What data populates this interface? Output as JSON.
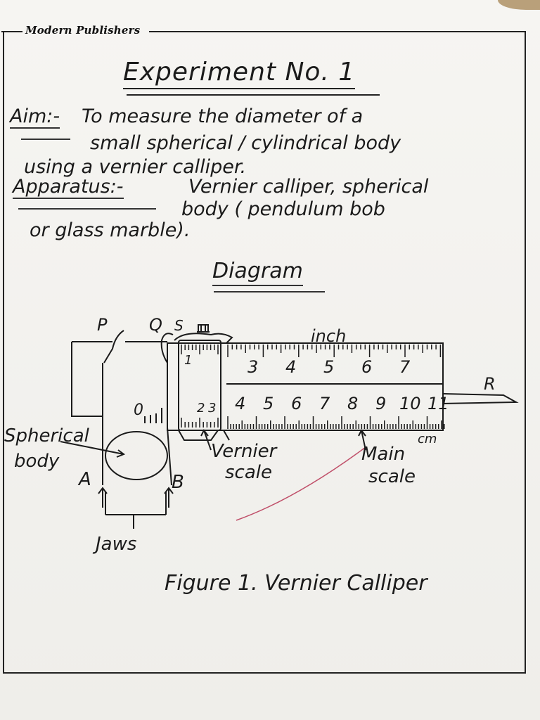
{
  "header": {
    "publisher": "Modern Publishers"
  },
  "experiment": {
    "title": "Experiment No. 1",
    "aim_label": "Aim:-",
    "aim_lines": [
      "To measure the diameter of a",
      "small spherical / cylindrical body",
      "using a vernier calliper."
    ],
    "apparatus_label": "Apparatus:-",
    "apparatus_lines": [
      "Vernier calliper, spherical",
      "body ( pendulum bob",
      "or glass marble)."
    ]
  },
  "diagram": {
    "heading": "Diagram",
    "labels": {
      "P": "P",
      "Q": "Q",
      "S": "S",
      "R": "R",
      "A": "A",
      "B": "B",
      "inch": "inch",
      "cm": "cm",
      "spherical_body": [
        "Spherical",
        "body"
      ],
      "vernier_scale": [
        "Vernier",
        "scale"
      ],
      "main_scale": [
        "Main",
        "scale"
      ],
      "jaws": "Jaws"
    },
    "inch_numbers": [
      "3",
      "4",
      "5",
      "6",
      "7"
    ],
    "vernier_inch_number": "1",
    "cm_numbers": [
      "4",
      "5",
      "6",
      "7",
      "8",
      "9",
      "10",
      "11"
    ],
    "vernier_cm_numbers": [
      "2",
      "3"
    ],
    "lower_zero": "0",
    "caption": "Figure 1. Vernier Calliper"
  },
  "colors": {
    "ink": "#1b1b1b",
    "pen_stray_mark": "#c0506a"
  }
}
